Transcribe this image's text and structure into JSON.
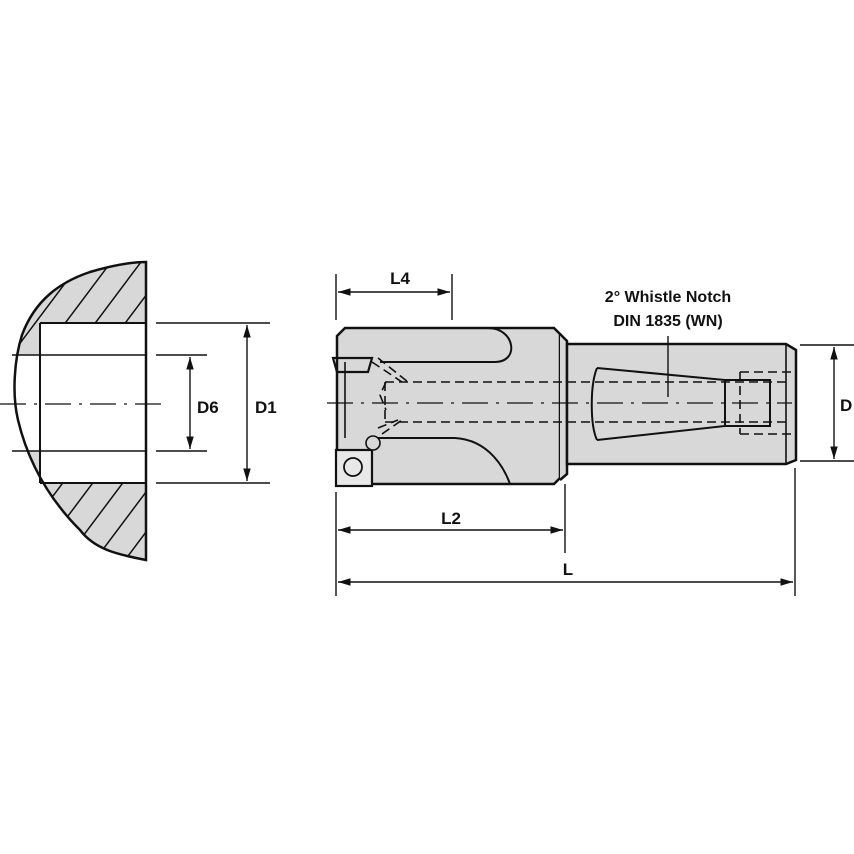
{
  "drawing": {
    "type": "technical-drawing",
    "subject": "Indexable drilling/boring cutter with Whistle Notch shank",
    "colors": {
      "background": "#ffffff",
      "line": "#111111",
      "body_fill": "#d8d8d8",
      "hatch_fill": "#d8d8d8"
    }
  },
  "section_view": {
    "labels": {
      "inner_diameter": "D6",
      "outer_diameter": "D1"
    }
  },
  "tool_view": {
    "labels": {
      "insert_length": "L4",
      "body_length": "L2",
      "overall_length": "L",
      "shank_diameter": "D"
    },
    "callout": {
      "line1": "2° Whistle Notch",
      "line2": "DIN 1835 (WN)"
    }
  }
}
